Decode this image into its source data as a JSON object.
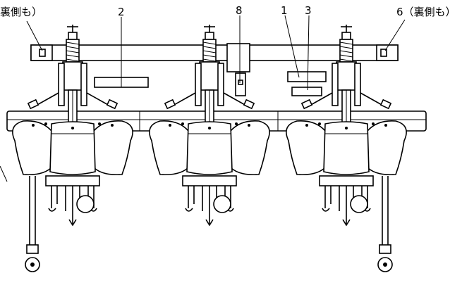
{
  "callouts": {
    "left_back_note": "裏側も）",
    "label_2": "2",
    "label_8": "8",
    "label_1": "1",
    "label_3": "3",
    "label_6": "6（裏側も）"
  }
}
